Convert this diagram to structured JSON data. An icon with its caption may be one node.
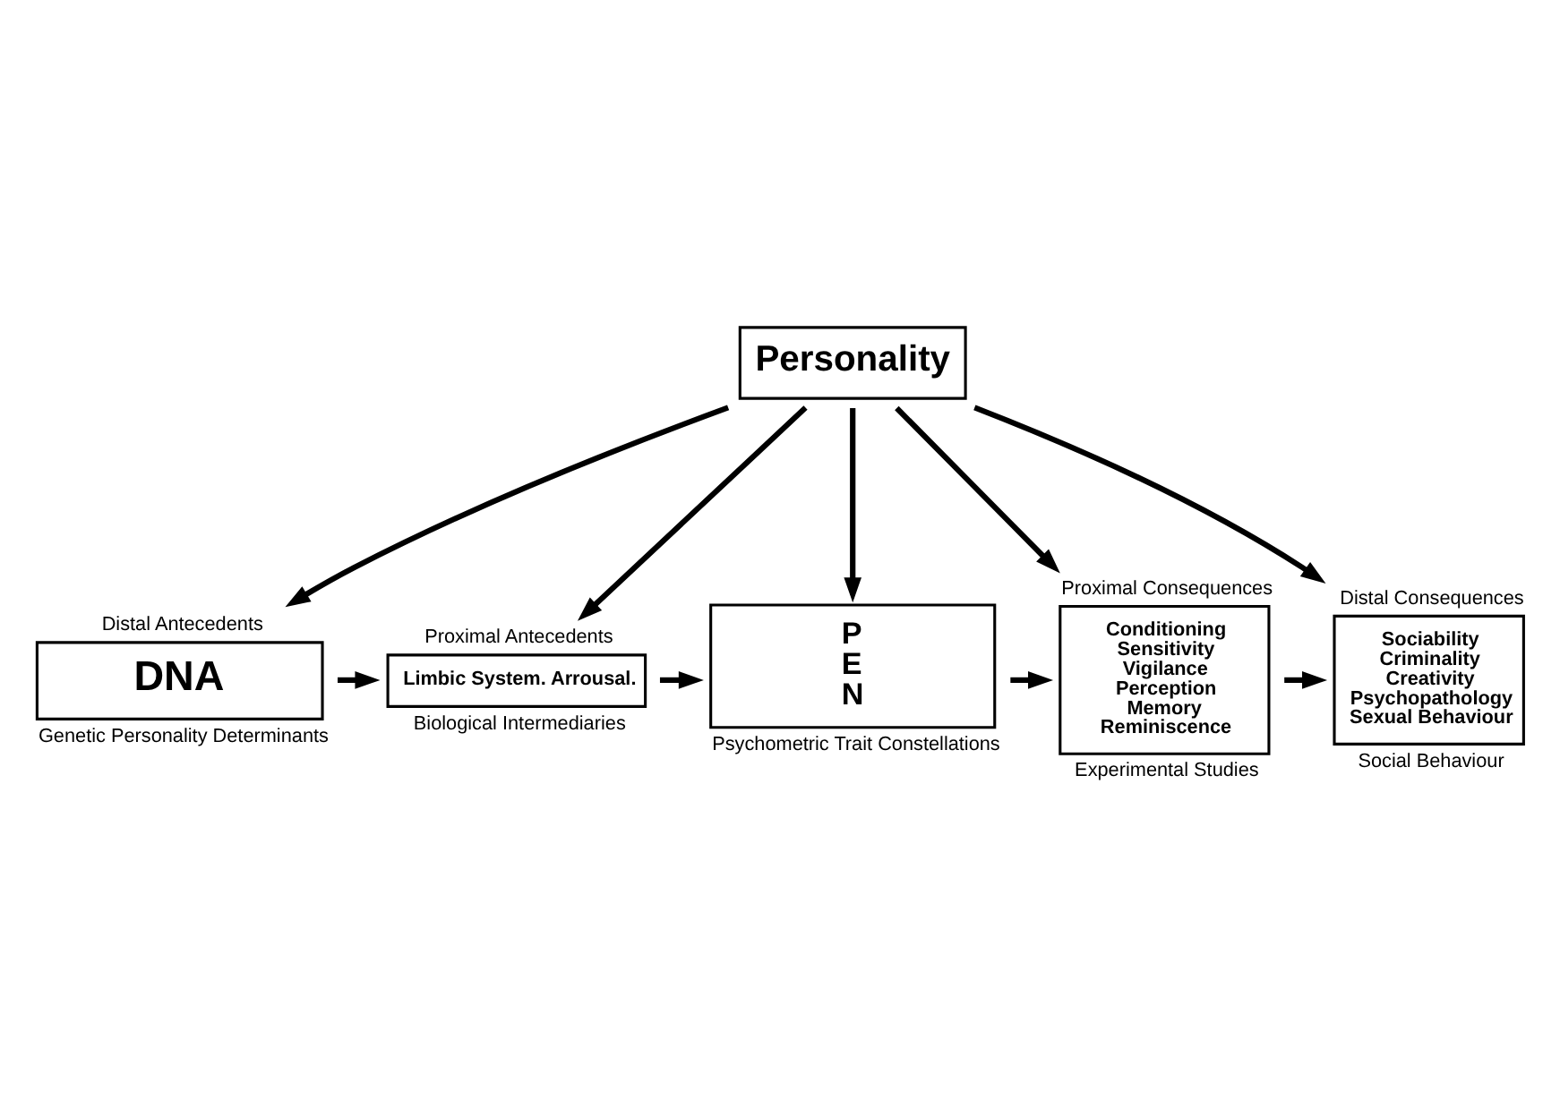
{
  "diagram": {
    "nodes": [
      {
        "text": [
          "Personality"
        ]
      },
      {
        "text": [
          "Distal Antecedents",
          "DNA"
        ],
        "beside": [
          "Genetic Personality Determinants"
        ]
      },
      {
        "text": [
          "Proximal Antecedents",
          "Limbic System. Arrousal."
        ],
        "beside": [
          "Biological Intermediaries"
        ]
      },
      {
        "text": [
          "P",
          "E",
          "N"
        ],
        "beside": [
          "Psychometric Trait Constellations"
        ]
      },
      {
        "text": [
          "Proximal Consequences",
          "Conditioning",
          "Sensitivity",
          "Vigilance",
          "Perception",
          "Memory",
          "Reminiscence"
        ],
        "beside": [
          "Experimental Studies"
        ]
      },
      {
        "text": [
          "Distal Consequences",
          "Sociability",
          "Criminality",
          "Creativity",
          "Psychopathology",
          "Sexual Behaviour"
        ],
        "beside": [
          "Social Behaviour"
        ]
      }
    ],
    "edges": [
      {
        "from": 0,
        "to": 1,
        "arrow": "to"
      },
      {
        "from": 0,
        "to": 2,
        "arrow": "to"
      },
      {
        "from": 0,
        "to": 3,
        "arrow": "to"
      },
      {
        "from": 0,
        "to": 4,
        "arrow": "to"
      },
      {
        "from": 0,
        "to": 5,
        "arrow": "to"
      },
      {
        "from": 1,
        "to": 2,
        "arrow": "to"
      },
      {
        "from": 2,
        "to": 3,
        "arrow": "to"
      },
      {
        "from": 3,
        "to": 4,
        "arrow": "to"
      },
      {
        "from": 4,
        "to": 5,
        "arrow": "to"
      }
    ]
  }
}
